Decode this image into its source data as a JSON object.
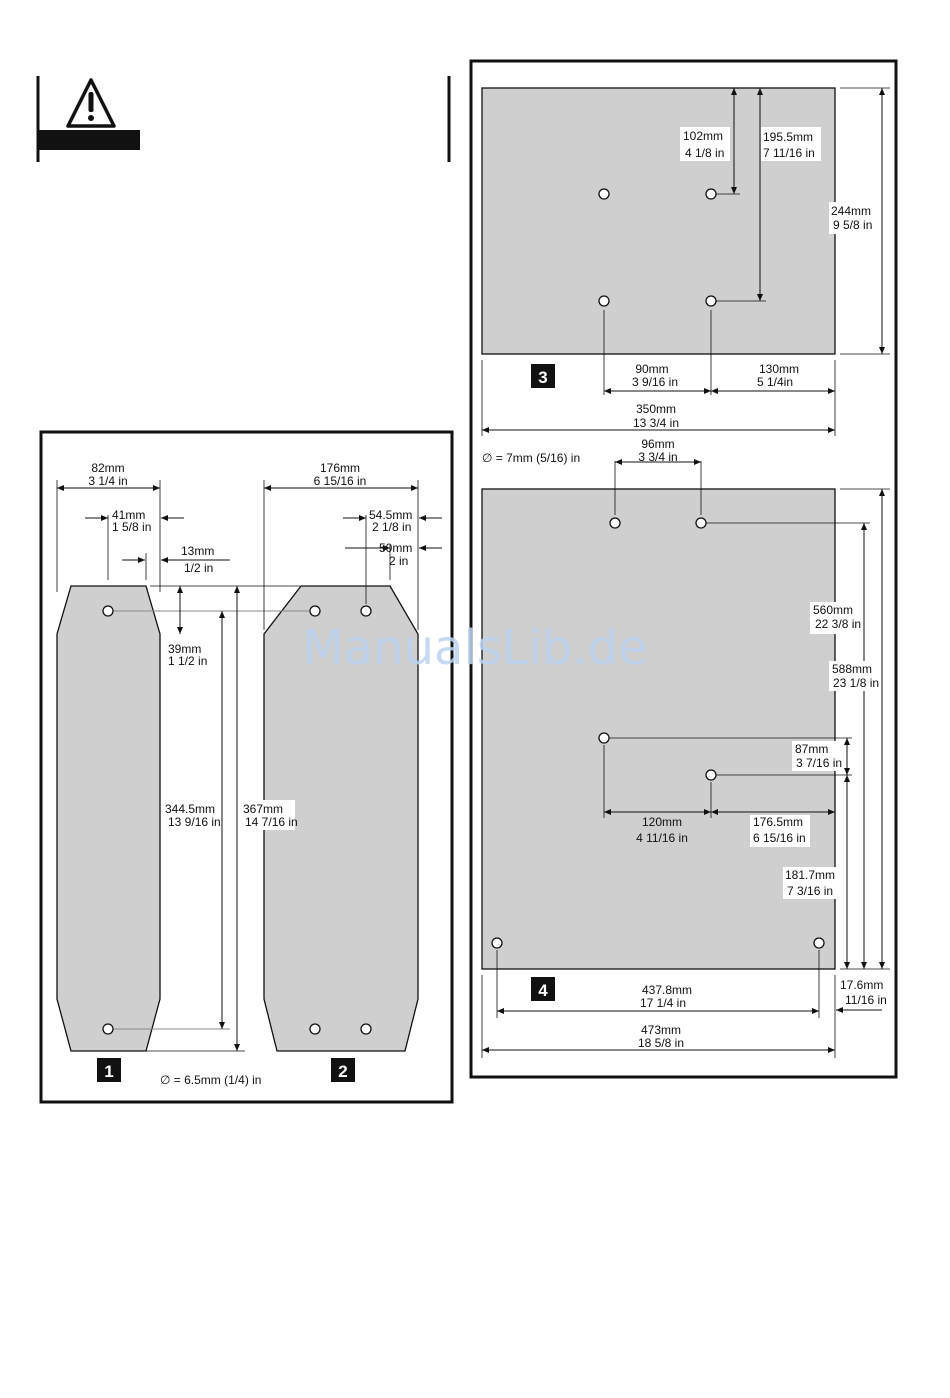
{
  "watermark": "ManualsLib.de",
  "panel_left": {
    "hole_note": "∅ = 6.5mm (1/4) in",
    "badge_1": "1",
    "badge_2": "2",
    "dims": {
      "w82": [
        "82mm",
        "3 1/4 in"
      ],
      "w41": [
        "41mm",
        "1 5/8 in"
      ],
      "w13": [
        "13mm",
        "1/2 in"
      ],
      "h39": [
        "39mm",
        "1 1/2 in"
      ],
      "h344": [
        "344.5mm",
        "13 9/16 in"
      ],
      "h367": [
        "367mm",
        "14 7/16 in"
      ],
      "w176": [
        "176mm",
        "6 15/16 in"
      ],
      "w54": [
        "54.5mm",
        "2 1/8 in"
      ],
      "w50": [
        "50mm",
        "2 in"
      ]
    }
  },
  "panel_right": {
    "hole_note": "∅ = 7mm (5/16) in",
    "badge_3": "3",
    "badge_4": "4",
    "dims": {
      "d102": [
        "102mm",
        "4 1/8 in"
      ],
      "d195": [
        "195.5mm",
        "7 11/16 in"
      ],
      "d244": [
        "244mm",
        "9 5/8 in"
      ],
      "d90": [
        "90mm",
        "3 9/16 in"
      ],
      "d130": [
        "130mm",
        "5 1/4in"
      ],
      "d350": [
        "350mm",
        "13 3/4 in"
      ],
      "d96": [
        "96mm",
        "3 3/4 in"
      ],
      "d560": [
        "560mm",
        "22 3/8 in"
      ],
      "d588": [
        "588mm",
        "23 1/8 in"
      ],
      "d87": [
        "87mm",
        "3 7/16 in"
      ],
      "d120": [
        "120mm",
        "4 11/16 in"
      ],
      "d176": [
        "176.5mm",
        "6 15/16 in"
      ],
      "d181": [
        "181.7mm",
        "7 3/16 in"
      ],
      "d17": [
        "17.6mm",
        "11/16 in"
      ],
      "d437": [
        "437.8mm",
        "17 1/4 in"
      ],
      "d473": [
        "473mm",
        "18 5/8 in"
      ]
    }
  }
}
